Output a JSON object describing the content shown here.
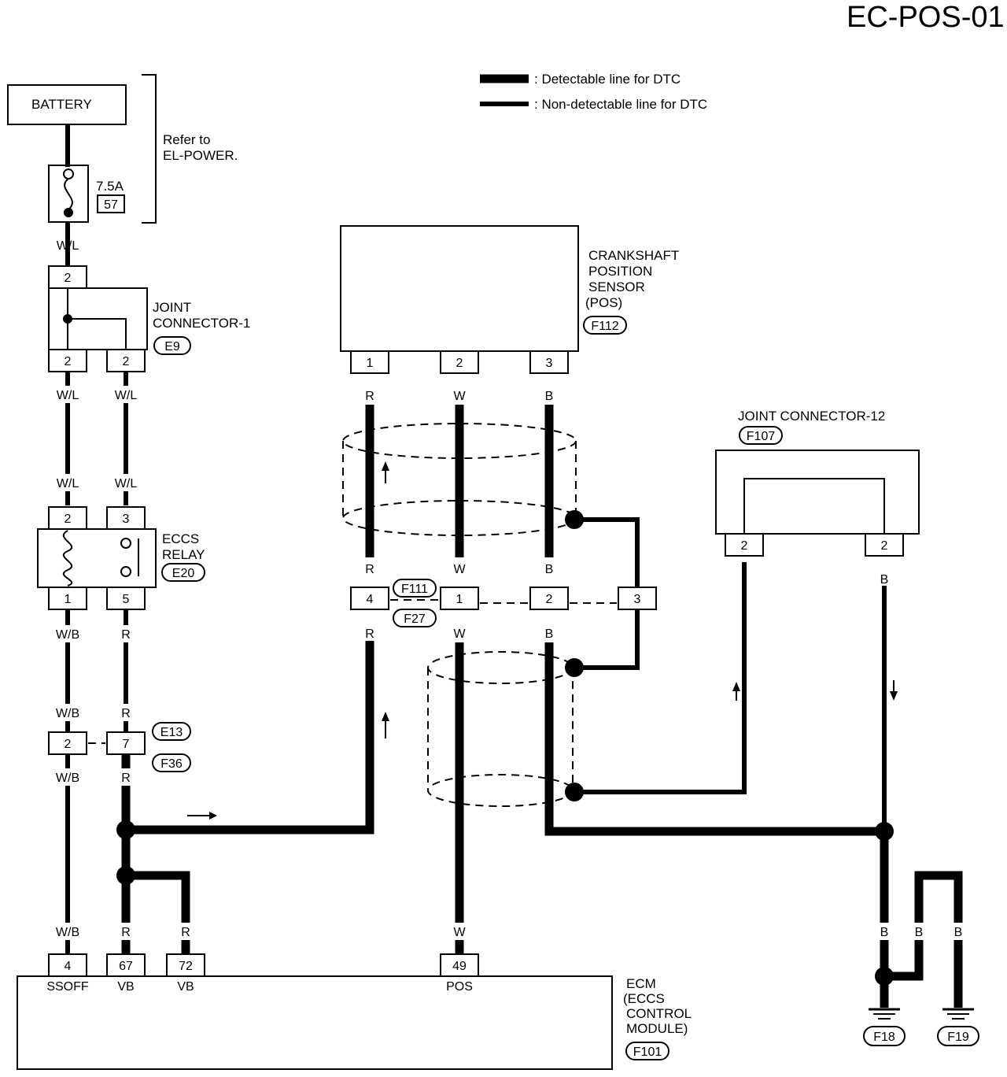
{
  "page_id": "EC-POS-01",
  "legend": {
    "detectable": ": Detectable line for DTC",
    "non_detectable": ": Non-detectable line for DTC"
  },
  "battery": "BATTERY",
  "refer": [
    "Refer to",
    "EL-POWER."
  ],
  "fuse": {
    "rating": "7.5A",
    "number": "57"
  },
  "joint_connector_1": {
    "name": [
      "JOINT",
      "CONNECTOR-1"
    ],
    "code": "E9"
  },
  "eccs_relay": {
    "name": [
      "ECCS",
      "RELAY"
    ],
    "code": "E20"
  },
  "crankshaft_sensor": {
    "name": [
      "CRANKSHAFT",
      "POSITION",
      "SENSOR",
      "(POS)"
    ],
    "code": "F112"
  },
  "joint_connector_12": {
    "name": "JOINT CONNECTOR-12",
    "code": "F107"
  },
  "ecm": {
    "name": [
      "ECM",
      "(ECCS",
      "CONTROL",
      "MODULE)"
    ],
    "code": "F101"
  },
  "connector_codes": {
    "e13": "E13",
    "f36": "F36",
    "f111": "F111",
    "f27": "F27",
    "f18": "F18",
    "f19": "F19"
  },
  "pins": {
    "jc1_top": "2",
    "jc1_bottom_left": "2",
    "jc1_bottom_right": "2",
    "relay_top_left": "2",
    "relay_top_right": "3",
    "relay_bottom_left": "1",
    "relay_bottom_right": "5",
    "e13_left": "2",
    "e13_right": "7",
    "ecm_4": "4",
    "ecm_67": "67",
    "ecm_72": "72",
    "ecm_49": "49",
    "pos_1": "1",
    "pos_2": "2",
    "pos_3": "3",
    "f111_4": "4",
    "f111_1": "1",
    "f111_2": "2",
    "f111_3": "3",
    "jc12_left": "2",
    "jc12_right": "2"
  },
  "ecm_terminals": {
    "t4": "SSOFF",
    "t67": "VB",
    "t72": "VB",
    "t49": "POS"
  },
  "wire_colors": {
    "wl": "W/L",
    "wb": "W/B",
    "r": "R",
    "w": "W",
    "b": "B"
  }
}
